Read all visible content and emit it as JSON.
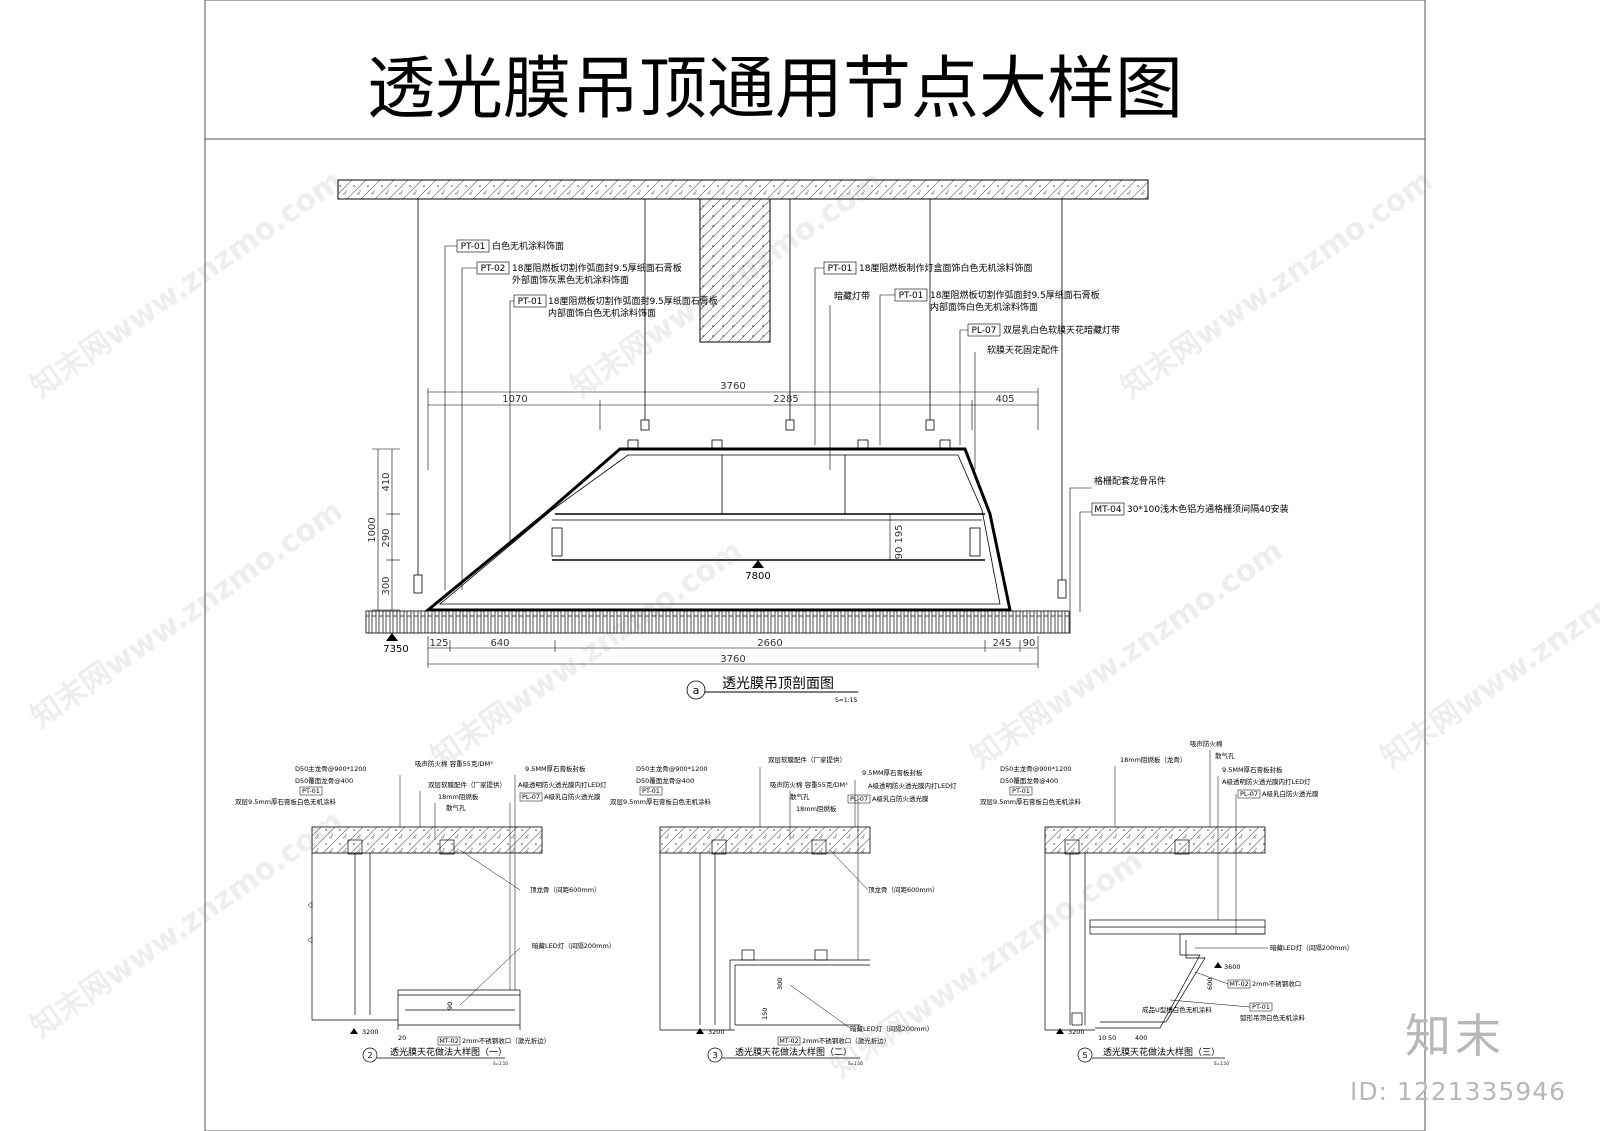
{
  "title": "透光膜吊顶通用节点大样图",
  "section_a": {
    "marker": "a",
    "caption": "透光膜吊顶剖面图",
    "scale": "S=1:15",
    "callouts": [
      {
        "code": "PT-01",
        "lines": [
          "白色无机涂料饰面"
        ]
      },
      {
        "code": "PT-02",
        "lines": [
          "18厘阻燃板切割作弧面封9.5厚纸面石膏板",
          "外部面饰灰黑色无机涂料饰面"
        ]
      },
      {
        "code": "PT-01",
        "lines": [
          "18厘阻燃板切割作弧面封9.5厚纸面石膏板",
          "内部面饰白色无机涂料饰面"
        ]
      },
      {
        "code": "PT-01",
        "lines": [
          "18厘阻燃板制作灯盒面饰白色无机涂料饰面"
        ]
      },
      {
        "code": "",
        "lines": [
          "暗藏灯带"
        ]
      },
      {
        "code": "PT-01",
        "lines": [
          "18厘阻燃板切割作弧面封9.5厚纸面石膏板",
          "内部面饰白色无机涂料饰面"
        ]
      },
      {
        "code": "PL-07",
        "lines": [
          "双层乳白色软膜天花暗藏灯带"
        ]
      },
      {
        "code": "",
        "lines": [
          "软膜天花固定配件"
        ]
      },
      {
        "code": "",
        "lines": [
          "格栅配套龙骨吊件"
        ]
      },
      {
        "code": "MT-04",
        "lines": [
          "30*100浅木色铝方通格栅须间隔40安装"
        ]
      }
    ],
    "dims_top": [
      "3760",
      "1070",
      "2285",
      "405"
    ],
    "dims_left": [
      "1000",
      "410",
      "290",
      "300"
    ],
    "dims_inner": [
      "195",
      "90"
    ],
    "dims_bottom": [
      "125",
      "640",
      "2660",
      "245",
      "90",
      "3760"
    ],
    "level_inner": "7800",
    "level_floor": "7350"
  },
  "detail_2": {
    "marker": "2",
    "caption": "透光膜天花做法大样图（一）",
    "scale": "S=1:10",
    "left_labels": [
      "D50主龙骨@900*1200",
      "D50覆面龙骨@400",
      "双层9.5mm厚石膏板白色无机涂料"
    ],
    "pt_code": "PT-01",
    "top_labels": [
      "吸声防火棉  容重55克/DM³",
      "双层软膜配件（厂家提供）",
      "18mm阻燃板",
      "散气孔"
    ],
    "right_labels": [
      "9.5MM厚石膏板封板",
      "A级透明防火透光膜内打LED灯",
      "A级乳白防火透光膜"
    ],
    "pl_code": "PL-07",
    "mid_labels": [
      "顶龙骨（间距600mm）",
      "暗藏LED灯（间隔200mm）"
    ],
    "mt_code": "MT-02",
    "mt_label": "2mm不锈钢收口（激光折边）",
    "dims": [
      "90",
      "20"
    ],
    "level": "3200"
  },
  "detail_3": {
    "marker": "3",
    "caption": "透光膜天花做法大样图（二）",
    "scale": "S=1:10",
    "left_labels": [
      "D50主龙骨@900*1200",
      "D50覆面龙骨@400",
      "双层9.5mm厚石膏板白色无机涂料"
    ],
    "pt_code": "PT-01",
    "top_labels": [
      "双层软膜配件（厂家提供）",
      "吸声防火棉  容重55克/DM³",
      "散气孔",
      "18mm阻燃板"
    ],
    "right_labels": [
      "9.5MM厚石膏板封板",
      "A级透明防火透光膜内打LED灯",
      "A级乳白防火透光膜"
    ],
    "pl_code": "PL-07",
    "mid_labels": [
      "顶龙骨（间距600mm）",
      "暗藏LED灯（间隔200mm）"
    ],
    "mt_code": "MT-02",
    "mt_label": "2mm不锈钢收口（激光折边）",
    "dims": [
      "150",
      "300"
    ],
    "level": "3200"
  },
  "detail_5": {
    "marker": "5",
    "caption": "透光膜天花做法大样图（三）",
    "scale": "S=1:10",
    "left_labels": [
      "D50主龙骨@900*1200",
      "D50覆面龙骨@400",
      "双层9.5mm厚石膏板白色无机涂料"
    ],
    "pt_code": "PT-01",
    "top_labels": [
      "18mm阻燃板（龙骨）",
      "吸声防火棉",
      "散气孔",
      "9.5MM厚石膏板封板",
      "A级透明防火透光膜内打LED灯"
    ],
    "pl_code": "PL-07",
    "right_labels": [
      "A级乳白防火透光膜"
    ],
    "mid_labels": [
      "暗藏LED灯（间隔200mm）",
      "成品U型槽白色无机涂料"
    ],
    "mt_code": "MT-02",
    "mt_label": "2mm不锈钢收口",
    "pt2_code": "PT-01",
    "pt2_label": "弧形吊顶白色无机涂料",
    "dims": [
      "400",
      "10",
      "50",
      "600"
    ],
    "levels": [
      "3600",
      "3200"
    ]
  },
  "watermark": "知末网www.znzmo.com",
  "brand": "知末",
  "id_label": "ID: 1221335946"
}
